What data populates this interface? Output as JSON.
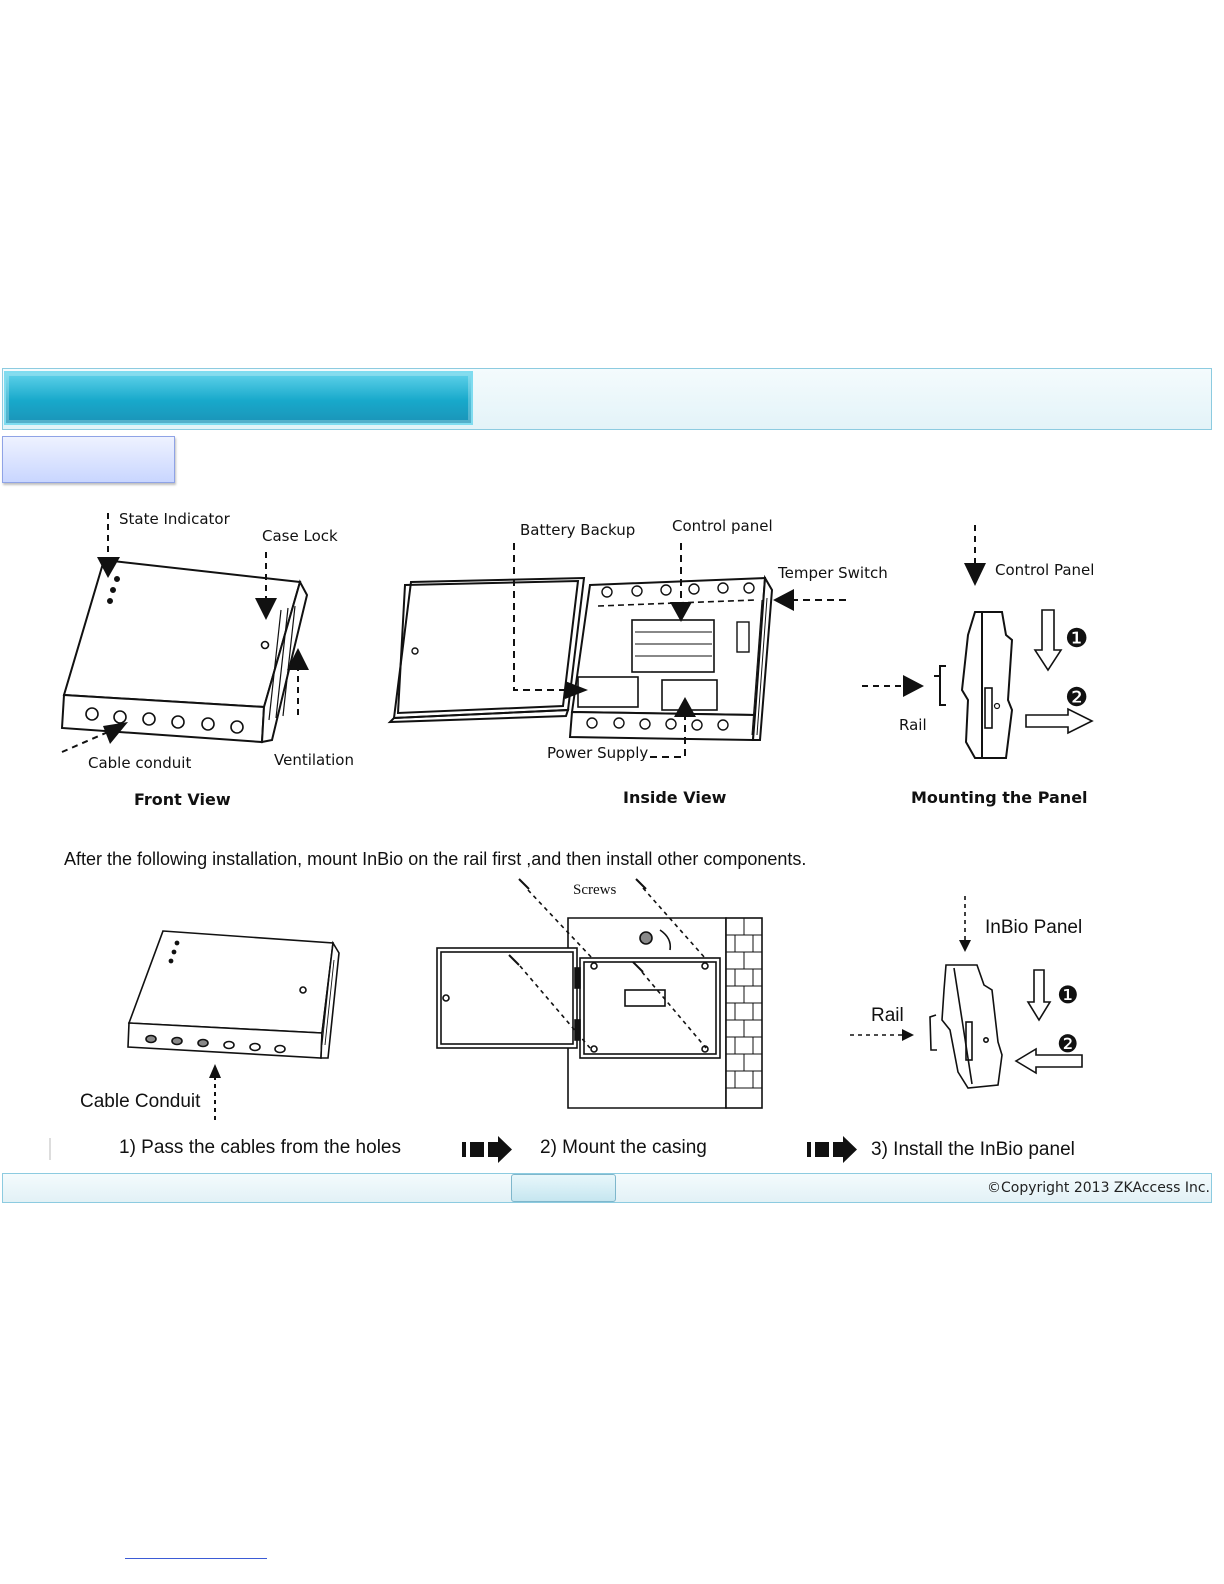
{
  "page": {
    "copyright": "©Copyright 2013 ZKAccess Inc."
  },
  "figure_top": {
    "front_view": {
      "caption": "Front View",
      "labels": {
        "state_indicator": "State Indicator",
        "case_lock": "Case Lock",
        "cable_conduit": "Cable conduit",
        "ventilation": "Ventilation"
      }
    },
    "inside_view": {
      "caption": "Inside View",
      "labels": {
        "battery_backup": "Battery Backup",
        "control_panel": "Control panel",
        "temper_switch": "Temper Switch",
        "power_supply": "Power Supply"
      }
    },
    "mounting": {
      "caption": "Mounting the Panel",
      "labels": {
        "control_panel": "Control Panel",
        "rail": "Rail",
        "step1": "❶",
        "step2": "❷"
      }
    }
  },
  "instruction": "After the following installation, mount InBio on the rail first ,and then install other components.",
  "figure_bottom": {
    "cable_conduit": "Cable Conduit",
    "screws": "Screws",
    "inbio_panel": "InBio Panel",
    "rail": "Rail",
    "step1": "❶",
    "step2": "❷"
  },
  "steps": [
    "1) Pass the cables from the holes",
    "2) Mount the casing",
    "3) Install the InBio panel"
  ]
}
